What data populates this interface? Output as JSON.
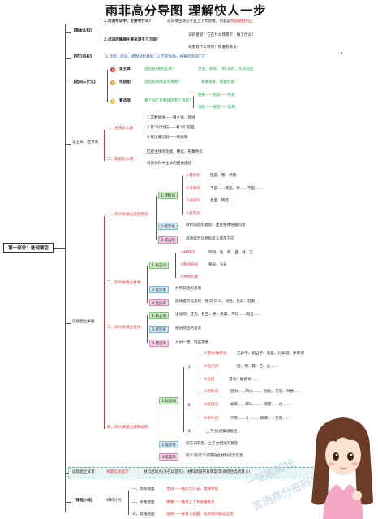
{
  "title": "雨菲高分导图 理解快人一步",
  "root": "第一部分：选词填空",
  "basic": {
    "label": "【基本认知】",
    "q1": "1.行测考试中，主要考什么？",
    "a1": "选词填空题在考查上下文语境，也就是",
    "a1_hl": "找逻辑找照应",
    "q2": "2.选词的障碍主要来源于几方面？",
    "a2a": "词的意思？它在什么场景下，做了什么？",
    "a2b": "或者有什么特点？和谁有关系？"
  },
  "goal": {
    "label": "【学习目标】",
    "text": "1.找到、阅读、梳理材料线索；2.匹配准确，择将选项词汇汇"
  },
  "method": {
    "label": "【选词三步法】",
    "steps": [
      {
        "n": "1",
        "name": "读主体",
        "desc": "读空处/填的是谁？",
        "ex": "主语、宾语、\"的\"前的、比较前后"
      },
      {
        "n": "2",
        "name": "找搭配",
        "desc": "读空处和哪里有关系？",
        "ex": "关联关系、搭配线索"
      },
      {
        "n": "3",
        "name": "看选项",
        "desc": "看个词汇是整体固有个意思？",
        "ex1": "侧重——程度——色彩",
        "ex2": "词性——搭配——适用"
      }
    ]
  },
  "part1": {
    "branch": "读主体、应方向",
    "h1": "一、主体怎么找",
    "h1_items": [
      "1.求数搞清——看主语、宾语",
      "2.有\"的\"比较——看\"的\"前后",
      "3.有比喻比较——看修辞"
    ],
    "h2": "二、向前怎么用",
    "h2_items": [
      "匹配主体的功能、特征、形象色彩",
      "找到材料中主体的相关描述"
    ]
  },
  "part2": {
    "branch": "读搭配之关联",
    "s1": {
      "title": "一、四大关联之前后相对",
      "tag1": "1.转折词",
      "tag1_items": [
        {
          "k": "①转折词",
          "v": "但是、而、然而"
        },
        {
          "k": "②对举词",
          "v": "不是……而是、要……不是……"
        },
        {
          "k": "③递进词",
          "v": "甚至、特定……"
        },
        {
          "k": "④否定词",
          "v": ""
        }
      ],
      "tag2": "2.提示语",
      "tag2_text": "转折前后的意思、注意整体把握句意",
      "tag3": "3.提选项",
      "tag3_text": "选项提示信息的反义或反方向"
    },
    "s2": {
      "title": "二、四大关联之并举",
      "tag1": "1.标志词",
      "tag1_items": [
        {
          "k": "①并列词",
          "v": "同时、也、和、且、既、又"
        },
        {
          "k": "②标点符号",
          "v": "顿号、分号"
        },
        {
          "k": "③并列句式",
          "v": ""
        }
      ],
      "tag2": "2.提示语",
      "tag2_text": "并列前后的意思",
      "tag3": "3.提选项",
      "tag3_text": "选择提示信息的一致词(词义、词性、色彩、轻重)"
    },
    "s3": {
      "title": "三、四大关联之递进",
      "tag1": "1.标志词",
      "tag1_text": "递进词：还有、甚至、更、尤其、不仅……而且……",
      "tag2": "2.提示语",
      "tag2_text": "递进前后的意思",
      "tag3": "3.提选项",
      "tag3_text": "方向一致、程度加重"
    },
    "s4": {
      "title": "四、四大关联之解释说明",
      "tag1": "1.标志词",
      "g1": "(1)",
      "g1_items": [
        {
          "k": "①冒号/破折号",
          "v": "无异于、相当于、就是、比如说、举例词"
        },
        {
          "k": "②指代词",
          "v": "这、那、其、它、此……"
        },
        {
          "k": "③总结",
          "v": "首句：破折号……"
        }
      ],
      "g2": "(2)",
      "g2_items": [
        {
          "k": "①因果词",
          "v": "因为……所以……、因此、可见、导致……"
        },
        {
          "k": "②假设词",
          "v": "如果……那么……、即使……也……"
        },
        {
          "k": "③条件词",
          "v": "只有……才……、除非……否则……"
        }
      ],
      "g3": "(3)",
      "g3_text": "上下文(逻辑承接性)",
      "tag2": "2.提示语",
      "tag2_text": "标志词前后、上下文相关的意思",
      "tag3": "3.提选项",
      "tag3_text": "同义词/近义词或符合材料提示信息"
    }
  },
  "part3": {
    "label": "读搭配之背景",
    "hl": "背景信息提示",
    "text": "材料后境点(多在段首句)、材料话题的背景常识(多结合选项意义)"
  },
  "part4": {
    "label": "【课程小结】",
    "branch": "材料分析",
    "items": [
      {
        "h": "一、简单题面",
        "d": "主词——确定大方向、直接伸延"
      },
      {
        "h": "二、多重题面",
        "d": "关联——推进上下文逻辑关系"
      },
      {
        "h": "三、较难题面",
        "d": "背景——背景大提醒、找到常识联动信息"
      }
    ]
  },
  "watermark": [
    "一张图解锁",
    "言语高分密码"
  ],
  "colors": {
    "red": "#e0302a",
    "green": "#1aa84a"
  }
}
